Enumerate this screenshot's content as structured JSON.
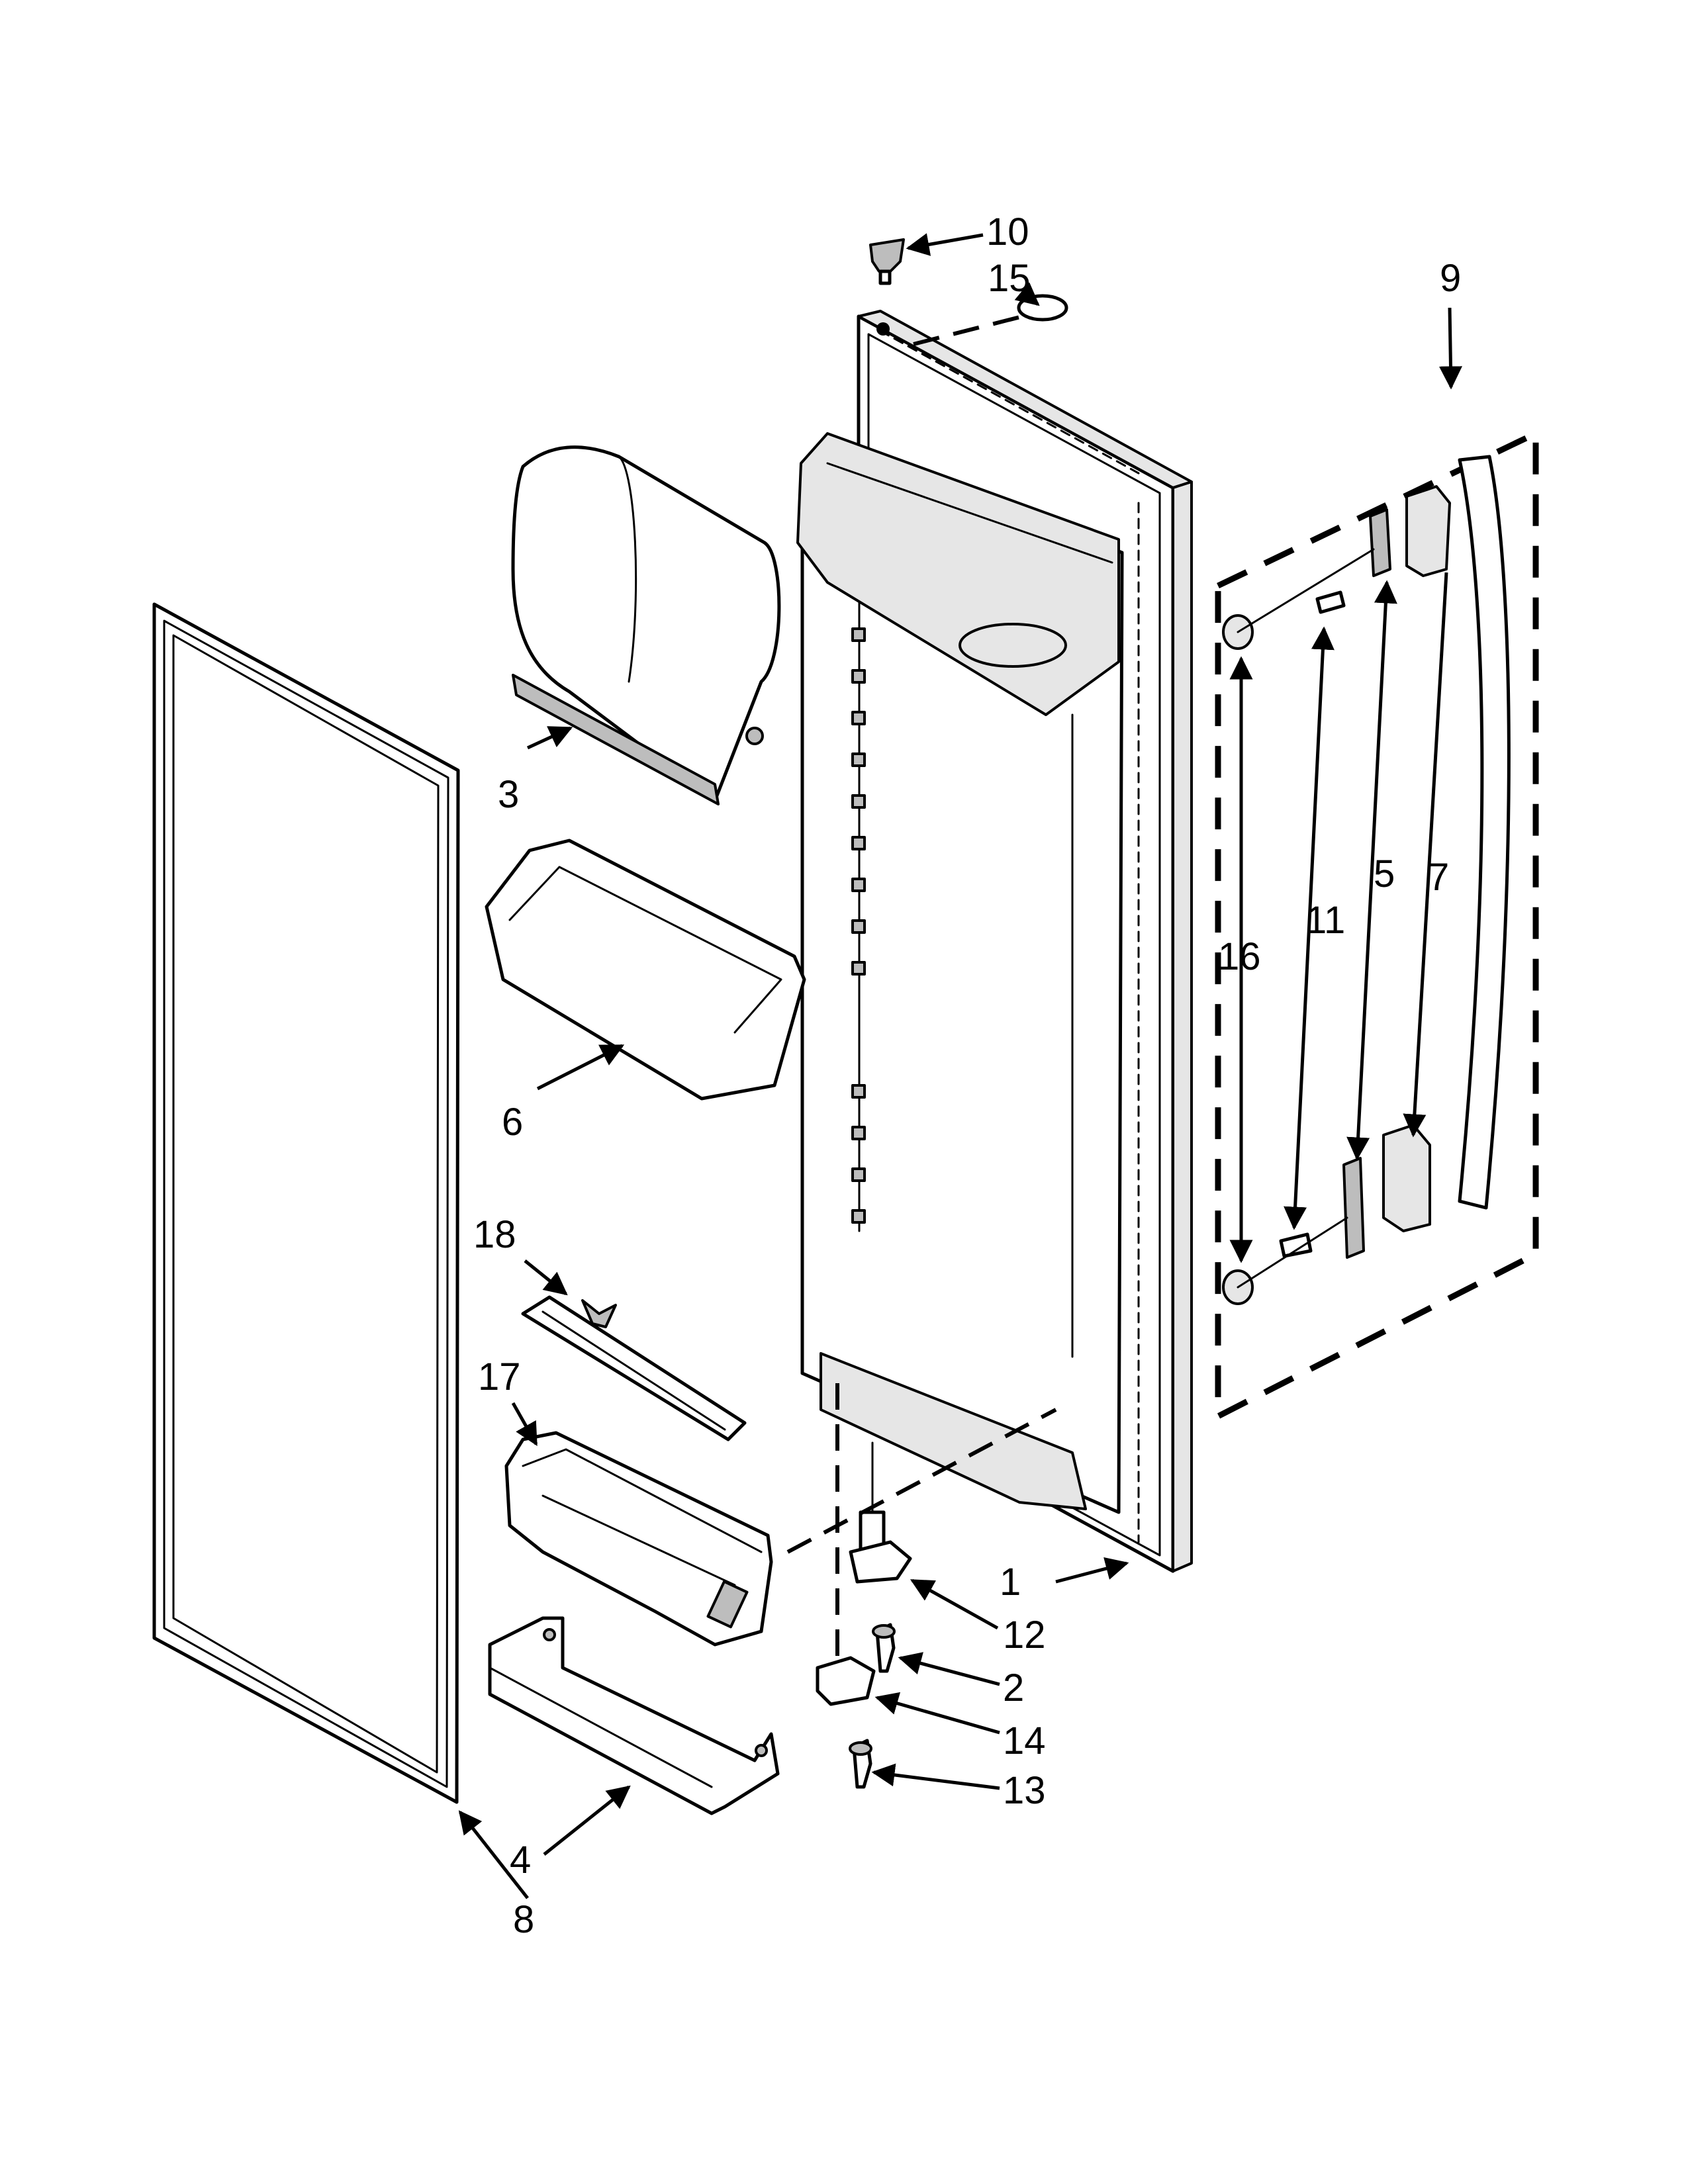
{
  "diagram": {
    "callouts": [
      {
        "id": "c10",
        "label": "10"
      },
      {
        "id": "c15",
        "label": "15"
      },
      {
        "id": "c9",
        "label": "9"
      },
      {
        "id": "c3",
        "label": "3"
      },
      {
        "id": "c6",
        "label": "6"
      },
      {
        "id": "c18",
        "label": "18"
      },
      {
        "id": "c17",
        "label": "17"
      },
      {
        "id": "c16",
        "label": "16"
      },
      {
        "id": "c11",
        "label": "11"
      },
      {
        "id": "c5",
        "label": "5"
      },
      {
        "id": "c7",
        "label": "7"
      },
      {
        "id": "c1",
        "label": "1"
      },
      {
        "id": "c12",
        "label": "12"
      },
      {
        "id": "c2",
        "label": "2"
      },
      {
        "id": "c14",
        "label": "14"
      },
      {
        "id": "c13",
        "label": "13"
      },
      {
        "id": "c4",
        "label": "4"
      },
      {
        "id": "c8",
        "label": "8"
      }
    ]
  }
}
